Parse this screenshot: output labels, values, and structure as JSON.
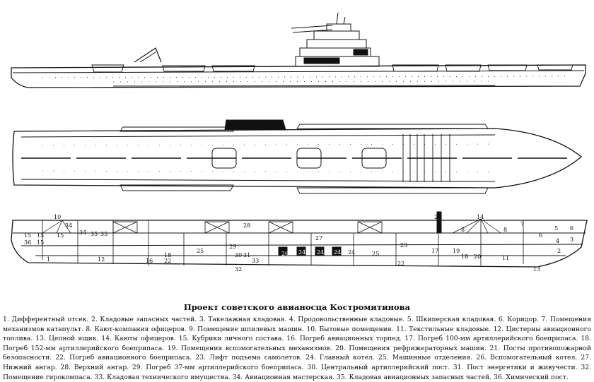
{
  "title": "Проект советского авианосца Костромитинова",
  "legend": [
    "1. Дифферентный отсек.",
    "2. Кладовые запасных частей.",
    "3. Такелажная кладовая.",
    "4. Продовольственные кладовые.",
    "5. Шкиперская кладовая.",
    "6. Коридор.",
    "7. Помещения механизмов катапульт.",
    "8. Кают-компания офицеров.",
    "9. Помещение шпилевых машин.",
    "10. Бытовые помещения.",
    "11. Текстильные кладовые.",
    "12. Цистерны авиационного топлива.",
    "13. Цепной ящик.",
    "14. Каюты офицеров.",
    "15. Кубрики личного состава.",
    "16. Погреб авиационных торпед.",
    "17. Погреб 100-мм артиллерийского боеприпаса.",
    "18. Погреб 152-мм артиллерийского боеприпаса.",
    "19. Помещения вспомогательных механизмов.",
    "20. Помещения рефрижераторных машин.",
    "21. Посты противопожарной безопасности.",
    "22. Погреб авиационного боеприпаса.",
    "23. Лифт подъема самолетов.",
    "24. Главный котел.",
    "25. Машинные отделения.",
    "26. Вспомогательный котел.",
    "27. Нижний ангар.",
    "28. Верхний ангар.",
    "29. Погреб 37-мм артиллерийского боеприпаса.",
    "30. Центральный артиллерийский пост.",
    "31. Пост энергетики и живучести.",
    "32. Помещение гирокомпаса.",
    "33. Кладовая технического имущества.",
    "34. Авиационная мастерская.",
    "35. Кладовая авиационных запасных частей.",
    "36. Химический пост."
  ],
  "section_labels": [
    {
      "id": "10",
      "t": "10"
    },
    {
      "id": "34a",
      "t": "34"
    },
    {
      "id": "34b",
      "t": "34"
    },
    {
      "id": "15a",
      "t": "15"
    },
    {
      "id": "15b",
      "t": "15"
    },
    {
      "id": "35a",
      "t": "35"
    },
    {
      "id": "35b",
      "t": "35"
    },
    {
      "id": "15c",
      "t": "15"
    },
    {
      "id": "36",
      "t": "36"
    },
    {
      "id": "15d",
      "t": "15"
    },
    {
      "id": "28",
      "t": "28"
    },
    {
      "id": "27",
      "t": "27"
    },
    {
      "id": "21",
      "t": "21"
    },
    {
      "id": "14",
      "t": "14"
    },
    {
      "id": "8a",
      "t": "8"
    },
    {
      "id": "8b",
      "t": "8"
    },
    {
      "id": "7",
      "t": "7"
    },
    {
      "id": "6a",
      "t": "6"
    },
    {
      "id": "5",
      "t": "5"
    },
    {
      "id": "6b",
      "t": "6"
    },
    {
      "id": "3",
      "t": "3"
    },
    {
      "id": "4",
      "t": "4"
    },
    {
      "id": "2",
      "t": "2"
    },
    {
      "id": "1a",
      "t": "1"
    },
    {
      "id": "12",
      "t": "12"
    },
    {
      "id": "16",
      "t": "16"
    },
    {
      "id": "22a",
      "t": "22"
    },
    {
      "id": "18a",
      "t": "18"
    },
    {
      "id": "25a",
      "t": "25"
    },
    {
      "id": "29",
      "t": "29"
    },
    {
      "id": "30",
      "t": "30"
    },
    {
      "id": "31",
      "t": "31"
    },
    {
      "id": "33",
      "t": "33"
    },
    {
      "id": "32",
      "t": "32"
    },
    {
      "id": "26",
      "t": "26"
    },
    {
      "id": "24a",
      "t": "24"
    },
    {
      "id": "24b",
      "t": "24"
    },
    {
      "id": "24c",
      "t": "24"
    },
    {
      "id": "24d",
      "t": "24"
    },
    {
      "id": "25b",
      "t": "25"
    },
    {
      "id": "23",
      "t": "23"
    },
    {
      "id": "22b",
      "t": "22"
    },
    {
      "id": "17a",
      "t": "17"
    },
    {
      "id": "19",
      "t": "19"
    },
    {
      "id": "20",
      "t": "20"
    },
    {
      "id": "18b",
      "t": "18"
    },
    {
      "id": "13",
      "t": "13"
    },
    {
      "id": "11",
      "t": "11"
    }
  ]
}
